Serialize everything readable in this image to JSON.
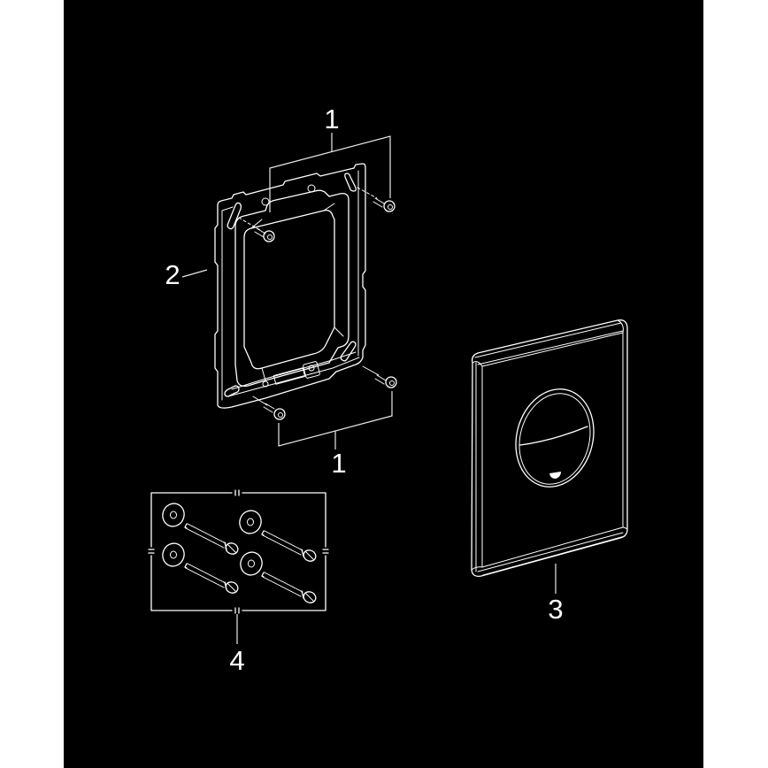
{
  "diagram": {
    "type": "exploded-parts-drawing",
    "background_color": "#000000",
    "line_color": "#ffffff",
    "parts": [
      {
        "callout": "1",
        "name": "mounting-screws-top",
        "description": "two screws, upper pair"
      },
      {
        "callout": "1",
        "name": "mounting-screws-bottom",
        "description": "two screws, lower pair"
      },
      {
        "callout": "2",
        "name": "mounting-frame",
        "description": "metal installation frame"
      },
      {
        "callout": "3",
        "name": "cover-plate",
        "description": "wall plate with round push button"
      },
      {
        "callout": "4",
        "name": "fixing-set",
        "description": "4 washers + 4 long screws"
      }
    ],
    "labels": {
      "top_screws": "1",
      "frame": "2",
      "bottom_screws": "1",
      "plate": "3",
      "fixing_set": "4"
    }
  }
}
